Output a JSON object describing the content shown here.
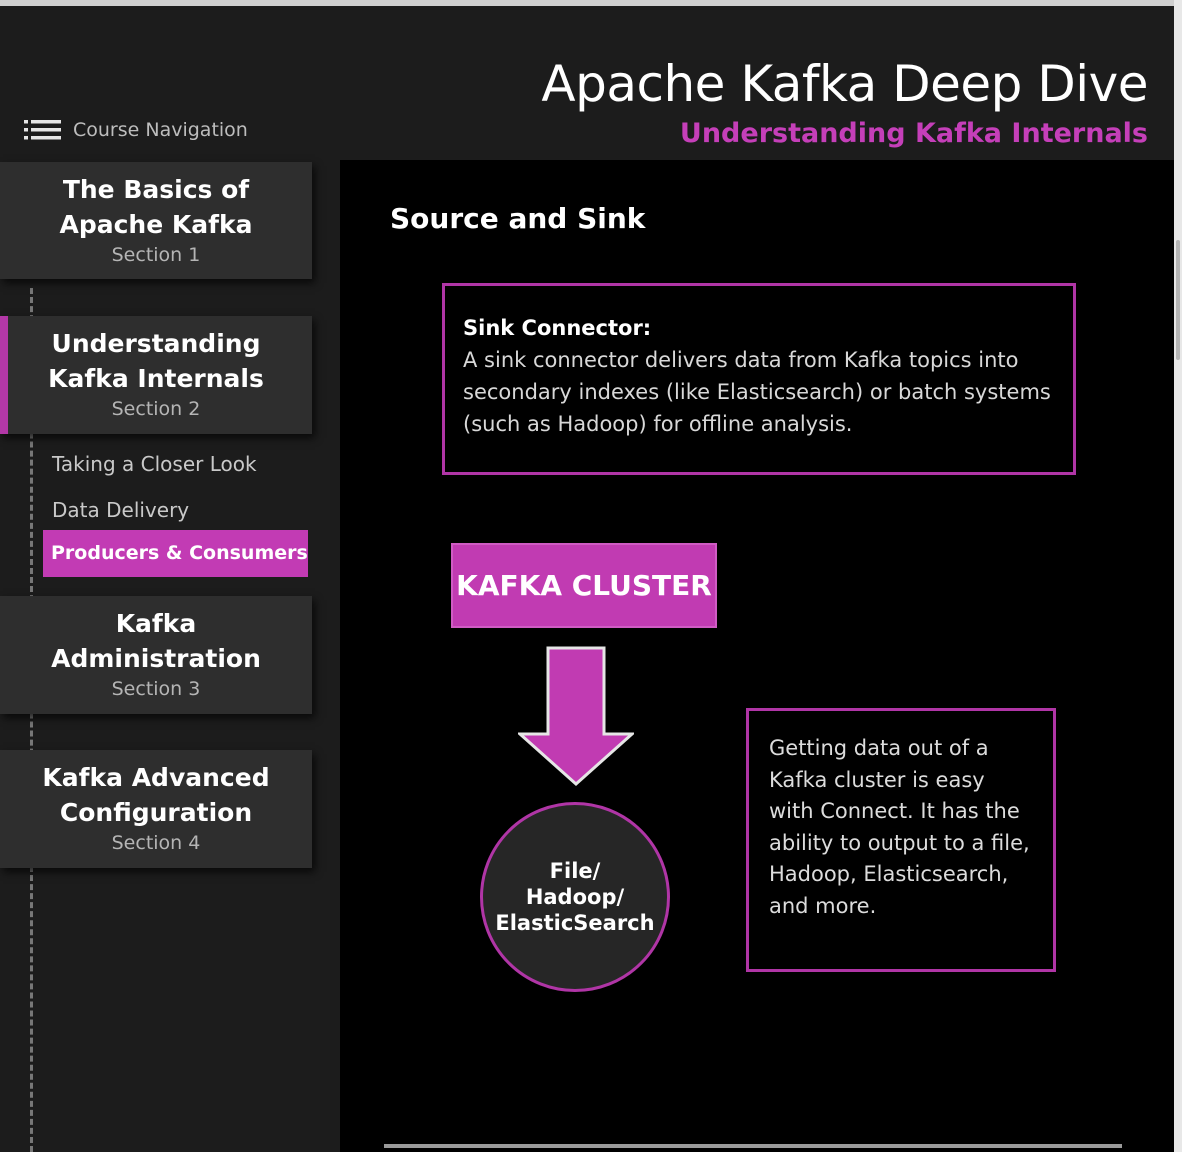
{
  "header": {
    "course_title": "Apache Kafka Deep Dive",
    "course_subtitle": "Understanding Kafka Internals"
  },
  "nav": {
    "header_label": "Course Navigation",
    "header_icon": "menu-list-icon",
    "sections": [
      {
        "title_line1": "The Basics of",
        "title_line2": "Apache Kafka",
        "subtitle": "Section 1"
      },
      {
        "title_line1": "Understanding",
        "title_line2": "Kafka Internals",
        "subtitle": "Section 2"
      },
      {
        "title_line1": "Kafka",
        "title_line2": "Administration",
        "subtitle": "Section 3"
      },
      {
        "title_line1": "Kafka Advanced",
        "title_line2": "Configuration",
        "subtitle": "Section 4"
      }
    ],
    "lessons": [
      {
        "label": "Taking a Closer Look"
      },
      {
        "label": "Data Delivery"
      },
      {
        "label": "Producers & Consumers"
      }
    ],
    "active_section": 2,
    "active_lesson": "Producers & Consumers"
  },
  "slide": {
    "title": "Source and Sink",
    "sink": {
      "heading": "Sink Connector:",
      "body": "A sink connector delivers data from Kafka topics into secondary indexes (like Elasticsearch) or batch systems (such as Hadoop) for offline analysis."
    },
    "cluster_label": "KAFKA CLUSTER",
    "arrow_icon": "down-arrow-icon",
    "storage_label": "File/\nHadoop/\nElasticSearch",
    "note": "Getting data out of a Kafka cluster is easy with Connect. It  has the ability to output to a file, Hadoop, Elasticsearch, and more."
  },
  "colors": {
    "accent": "#c23bb4",
    "background": "#000000",
    "sidebar": "#1c1c1c",
    "card": "#2e2e2e"
  }
}
